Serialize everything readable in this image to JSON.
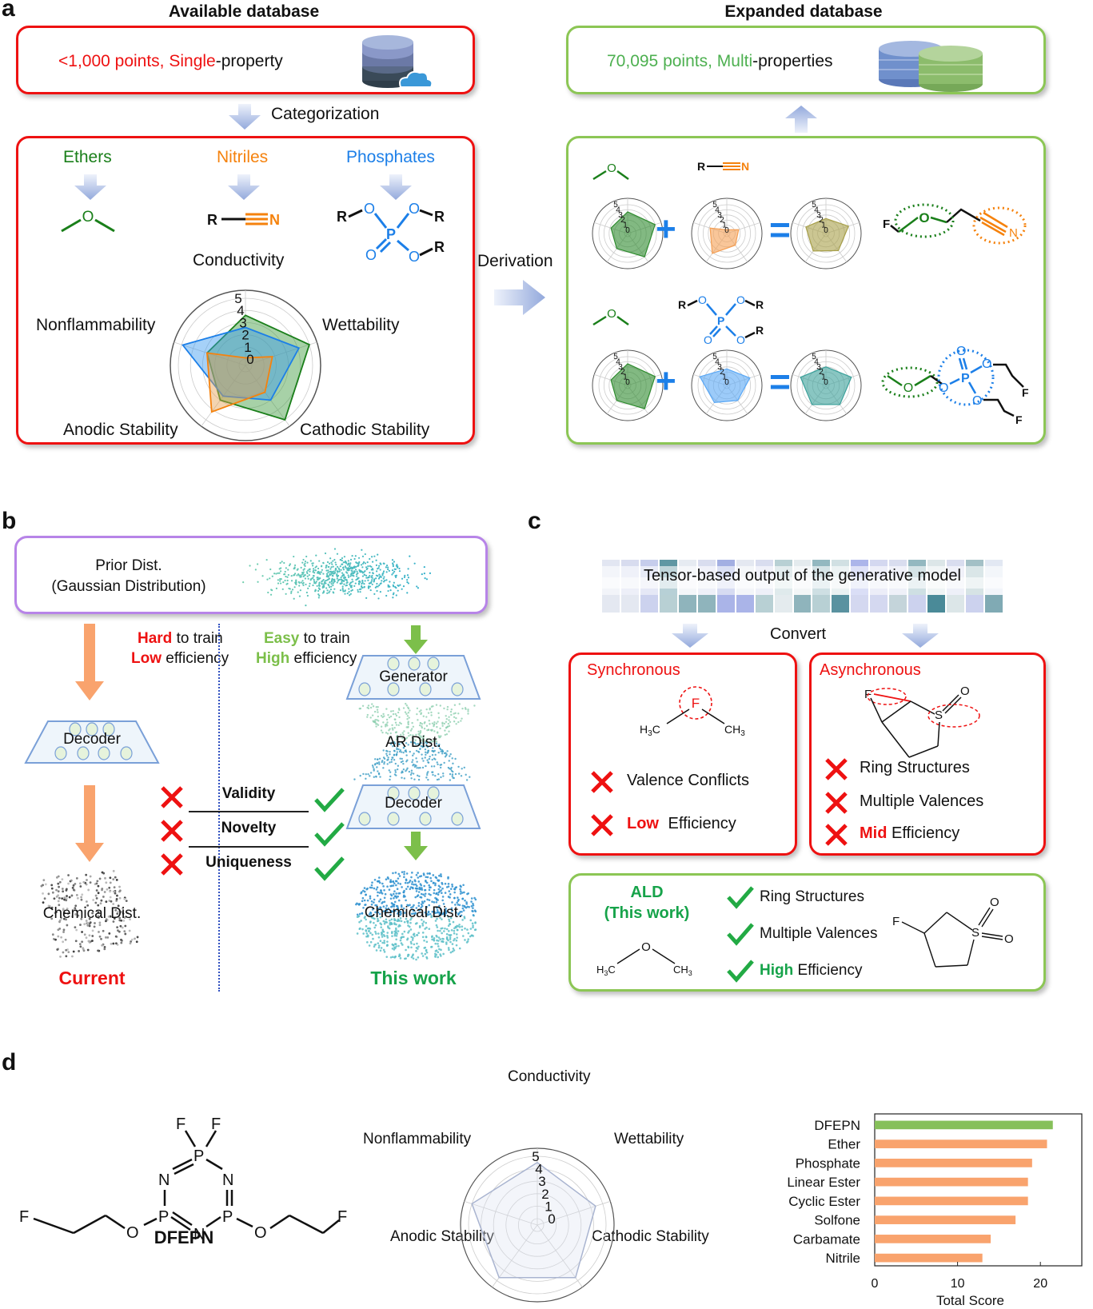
{
  "panel_a": {
    "letter": "a",
    "available_header": "Available database",
    "expanded_header": "Expanded database",
    "available_box": {
      "count_text": "<1,000 points, ",
      "kind_highlight": "Single",
      "kind_rest": "-property"
    },
    "expanded_box": {
      "count_text": "70,095 points, ",
      "kind_highlight": "Multi",
      "kind_rest": "-properties"
    },
    "categorization_label": "Categorization",
    "derivation_label": "Derivation",
    "categories": [
      {
        "name": "Ethers",
        "color": "#1a7f1a"
      },
      {
        "name": "Nitriles",
        "color": "#f5820d"
      },
      {
        "name": "Phosphates",
        "color": "#1c7fe8"
      }
    ],
    "radar": {
      "axes": [
        "Conductivity",
        "Wettability",
        "Cathodic Stability",
        "Anodic Stability",
        "Nonflammability"
      ],
      "ticks": [
        "0",
        "1",
        "2",
        "3",
        "4",
        "5"
      ],
      "range": [
        0,
        5
      ],
      "series": [
        {
          "name": "Ethers",
          "color": "#2e8b2e",
          "values": [
            3.6,
            5.0,
            5.0,
            3.0,
            2.8
          ]
        },
        {
          "name": "Phosphates",
          "color": "#1c7fe8",
          "values": [
            2.6,
            4.1,
            3.0,
            2.6,
            4.9
          ]
        },
        {
          "name": "Nitriles",
          "color": "#f5820d",
          "values": [
            0.1,
            1.8,
            2.2,
            4.2,
            2.8
          ]
        }
      ]
    },
    "derivation_rows": [
      {
        "left": {
          "name": "Ether",
          "color": "#2e8b2e",
          "values": [
            3.6,
            5.0,
            5.0,
            3.0,
            2.8
          ]
        },
        "right": {
          "name": "Nitrile",
          "color": "#f5a055",
          "values": [
            0.1,
            1.8,
            2.2,
            4.2,
            2.8
          ]
        },
        "result": {
          "name": "Ether-nitrile",
          "color": "#a8a04a",
          "values": [
            2.3,
            4.0,
            3.5,
            3.6,
            3.5
          ]
        },
        "plus": "+",
        "equals": "=",
        "right_molecule": "R—≡N"
      },
      {
        "left": {
          "name": "Ether",
          "color": "#2e8b2e",
          "values": [
            3.6,
            5.0,
            5.0,
            3.0,
            2.8
          ]
        },
        "right": {
          "name": "Phosphate",
          "color": "#5aa8f5",
          "values": [
            2.6,
            4.1,
            3.0,
            3.5,
            4.9
          ]
        },
        "result": {
          "name": "Ether-phosphate",
          "color": "#3aa09a",
          "values": [
            3.0,
            4.6,
            4.0,
            4.0,
            4.6
          ]
        },
        "plus": "+",
        "equals": "=",
        "right_molecule": "phosphate"
      }
    ],
    "mini_ticks": [
      "0",
      "1",
      "2",
      "3",
      "4",
      "5"
    ]
  },
  "panel_b": {
    "letter": "b",
    "prior_title": "Prior Dist.",
    "prior_subtitle": "(Gaussian Distribution)",
    "hard_word": "Hard",
    "hard_rest": " to train",
    "low_word": "Low",
    "low_rest": " efficiency",
    "easy_word": "Easy",
    "easy_rest": " to train",
    "high_word": "High",
    "high_rest": " efficiency",
    "decoder_left": "Decoder",
    "generator": "Generator",
    "ar_dist": "AR Dist.",
    "decoder_right": "Decoder",
    "metrics": [
      "Validity",
      "Novelty",
      "Uniqueness"
    ],
    "chem_left": "Chemical Dist.",
    "chem_right": "Chemical Dist.",
    "current_label": "Current",
    "thiswork_label": "This work"
  },
  "panel_c": {
    "letter": "c",
    "tensor_caption": "Tensor-based output of the generative model",
    "convert_label": "Convert",
    "sync": {
      "title": "Synchronous",
      "molecule": {
        "center": "F",
        "left": "H3C",
        "right": "CH3"
      },
      "items": [
        {
          "highlight": "",
          "text": "Valence Conflicts"
        },
        {
          "highlight": "Low",
          "text": " Efficiency"
        }
      ]
    },
    "async": {
      "title": "Asynchronous",
      "molecule": {
        "f": "F",
        "s": "S",
        "o": "O"
      },
      "items": [
        {
          "highlight": "",
          "text": "Ring Structures"
        },
        {
          "highlight": "",
          "text": "Multiple Valences"
        },
        {
          "highlight": "Mid",
          "text": " Efficiency"
        }
      ]
    },
    "ald": {
      "title": "ALD",
      "subtitle": "(This work)",
      "molecule": {
        "o": "O",
        "left": "H3C",
        "right": "CH3"
      },
      "items": [
        {
          "highlight": "",
          "text": "Ring Structures"
        },
        {
          "highlight": "",
          "text": "Multiple Valences"
        },
        {
          "highlight": "High",
          "text": " Efficiency"
        }
      ],
      "product": {
        "f": "F",
        "s": "S",
        "o1": "O",
        "o2": "O"
      }
    }
  },
  "panel_d": {
    "letter": "d",
    "molecule_name": "DFEPN",
    "molecule_atoms": {
      "F": "F",
      "P": "P",
      "N": "N",
      "O": "O"
    },
    "radar": {
      "axes": [
        "Conductivity",
        "Wettability",
        "Cathodic Stability",
        "Anodic Stability",
        "Nonflammability"
      ],
      "ticks": [
        "0",
        "1",
        "2",
        "3",
        "4",
        "5"
      ],
      "range": [
        0,
        5
      ],
      "series": [
        {
          "name": "DFEPN",
          "color": "#a9b4d0",
          "values": [
            4.5,
            4.4,
            4.7,
            4.7,
            5.0
          ]
        }
      ]
    }
  },
  "chart_data": [
    {
      "type": "radar",
      "title": "",
      "axes": [
        "Conductivity",
        "Wettability",
        "Cathodic Stability",
        "Anodic Stability",
        "Nonflammability"
      ],
      "range": [
        0,
        5
      ],
      "series": [
        {
          "name": "Ethers",
          "values": [
            3.6,
            5.0,
            5.0,
            3.0,
            2.8
          ]
        },
        {
          "name": "Phosphates",
          "values": [
            2.6,
            4.1,
            3.0,
            2.6,
            4.9
          ]
        },
        {
          "name": "Nitriles",
          "values": [
            0.1,
            1.8,
            2.2,
            4.2,
            2.8
          ]
        }
      ]
    },
    {
      "type": "radar",
      "title": "DFEPN",
      "axes": [
        "Conductivity",
        "Wettability",
        "Cathodic Stability",
        "Anodic Stability",
        "Nonflammability"
      ],
      "range": [
        0,
        5
      ],
      "series": [
        {
          "name": "DFEPN",
          "values": [
            4.5,
            4.4,
            4.7,
            4.7,
            5.0
          ]
        }
      ]
    },
    {
      "type": "bar",
      "orientation": "horizontal",
      "categories": [
        "DFEPN",
        "Ether",
        "Phosphate",
        "Linear Ester",
        "Cyclic Ester",
        "Solfone",
        "Carbamate",
        "Nitrile"
      ],
      "values": [
        21.5,
        20.8,
        19.0,
        18.5,
        18.5,
        17.0,
        14.0,
        13.0
      ],
      "colors": [
        "#86c05a",
        "#f9a36d",
        "#f9a36d",
        "#f9a36d",
        "#f9a36d",
        "#f9a36d",
        "#f9a36d",
        "#f9a36d"
      ],
      "xlabel": "Total Score",
      "ylabel": "",
      "xlim": [
        0,
        25
      ],
      "xticks": [
        "0",
        "10",
        "20"
      ],
      "grid": false
    }
  ]
}
